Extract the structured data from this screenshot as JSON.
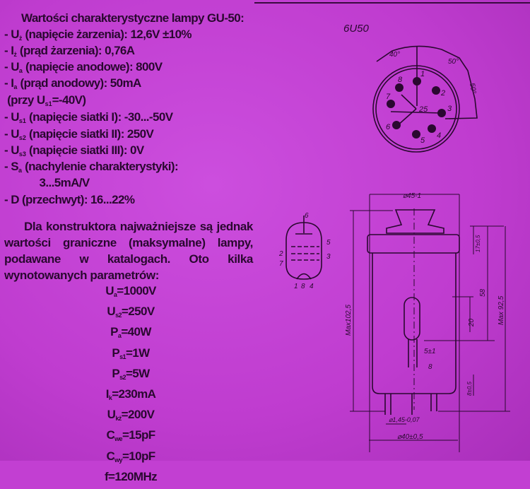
{
  "title": "Wartości charakterystyczne lampy GU-50:",
  "characteristics": [
    {
      "prefix": "- ",
      "sym": "U",
      "sub": "ż",
      "text": " (napięcie żarzenia): 12,6V ±10%"
    },
    {
      "prefix": "- ",
      "sym": "I",
      "sub": "ż",
      "text": " (prąd żarzenia): 0,76A"
    },
    {
      "prefix": "- ",
      "sym": "U",
      "sub": "a",
      "text": " (napięcie anodowe): 800V"
    },
    {
      "prefix": "- ",
      "sym": "I",
      "sub": "a",
      "text": " (prąd anodowy): 50mA"
    },
    {
      "prefix": " (przy ",
      "sym": "U",
      "sub": "s1",
      "text": "=-40V)"
    },
    {
      "prefix": "- ",
      "sym": "U",
      "sub": "s1",
      "text": " (napięcie siatki I): -30...-50V"
    },
    {
      "prefix": "- ",
      "sym": "U",
      "sub": "s2",
      "text": " (napięcie siatki II): 250V"
    },
    {
      "prefix": "- ",
      "sym": "U",
      "sub": "s3",
      "text": " (napięcie siatki III): 0V"
    },
    {
      "prefix": "- ",
      "sym": "S",
      "sub": "a",
      "text": " (nachylenie charakterystyki):"
    },
    {
      "prefix": "            ",
      "sym": "",
      "sub": "",
      "text": "3...5mA/V"
    },
    {
      "prefix": "- ",
      "sym": "D",
      "sub": "",
      "text": " (przechwyt): 16...22%"
    }
  ],
  "paragraph": "Dla konstruktora najważniejsze są jednak wartości graniczne (maksymalne) lampy, podawane w katalogach. Oto kilka wynotowanych parametrów:",
  "limits": [
    {
      "sym": "U",
      "sub": "a",
      "text": "=1000V"
    },
    {
      "sym": "U",
      "sub": "s2",
      "text": "=250V"
    },
    {
      "sym": "P",
      "sub": "a",
      "text": "=40W"
    },
    {
      "sym": "P",
      "sub": "s1",
      "text": "=1W"
    },
    {
      "sym": "P",
      "sub": "s2",
      "text": "=5W"
    },
    {
      "sym": "I",
      "sub": "k",
      "text": "=230mA"
    },
    {
      "sym": "U",
      "sub": "kż",
      "text": "=200V"
    },
    {
      "sym": "C",
      "sub": "we",
      "text": "=15pF"
    },
    {
      "sym": "C",
      "sub": "wy",
      "text": "=10pF"
    },
    {
      "sym": "f",
      "sub": "",
      "text": "=120MHz"
    }
  ],
  "diagram": {
    "label": "6U50",
    "socket_pins": [
      "1",
      "2",
      "3",
      "4",
      "5",
      "6",
      "7",
      "8"
    ],
    "socket_center": "25",
    "socket_angles": [
      "40°",
      "50°",
      "50°"
    ],
    "symbol_pins": [
      "6",
      "5",
      "3",
      "2",
      "7",
      "1",
      "8",
      "4"
    ],
    "dims": {
      "top_dia": "⌀45-1",
      "cap": "17±0,5",
      "len_total": "Max102,5",
      "len_body": "Max 92,5",
      "d58": "58",
      "d20": "20",
      "d5": "5±1",
      "d8": "8",
      "d8b": "8±0,5",
      "pin_dia": "⌀1,45-0,07",
      "base_dia": "⌀40±0,5"
    }
  },
  "colors": {
    "paper": "#c23fd2",
    "ink": "#2a0830"
  }
}
